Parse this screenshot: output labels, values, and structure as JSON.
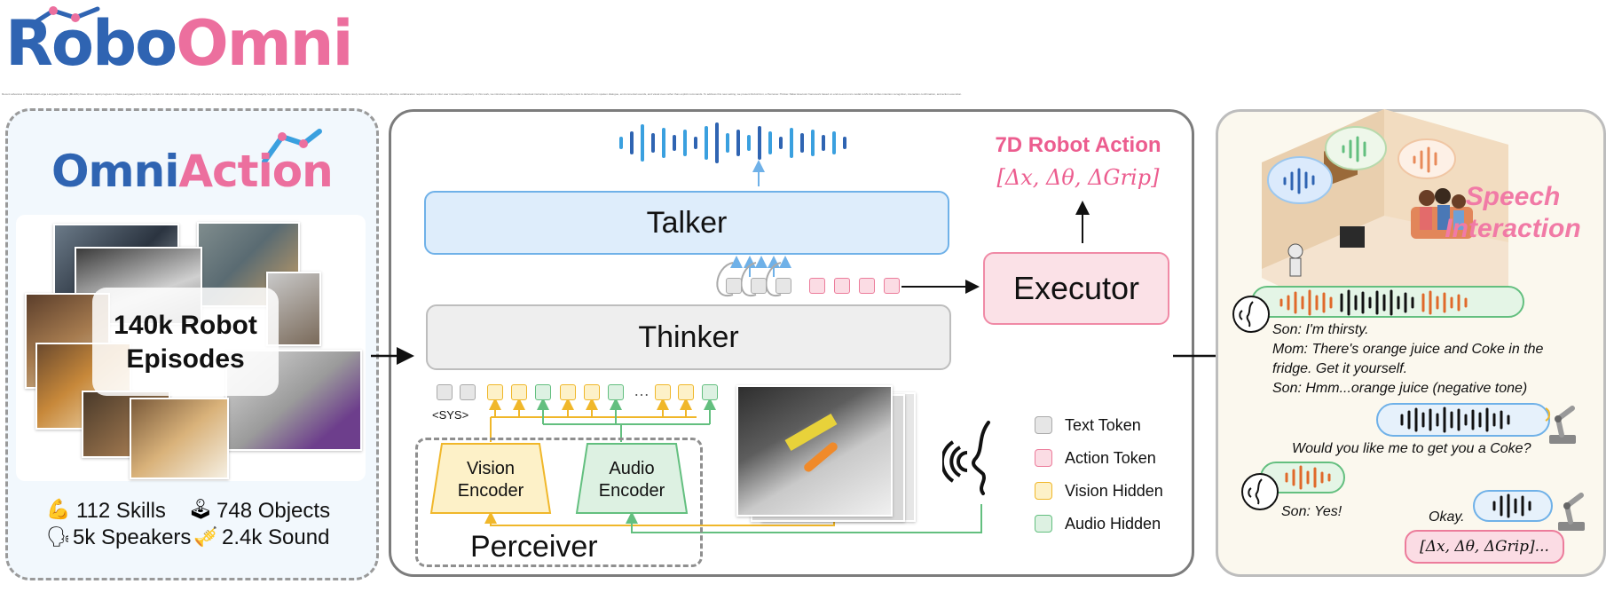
{
  "logo": {
    "part1": "Robo",
    "part2": "Omni"
  },
  "abstract": "Recent advances in Multimodal Large Language Models (MLLMs) have driven rapid progress in Vision-Language-Action (VLA) models for robotic manipulation. Although effective in many scenarios, current approaches largely rely on explicit instructions, whereas in real-world interactions, humans rarely issue instructions directly. Effective collaboration requires robots to infer user intentions proactively. In this work, we introduce cross-modal contextual instructions, a new setting where intent is derived from spoken dialogue, environmental sounds, and visual cues rather than explicit commands. To address this new setting, we present RoboOmni, a Perceiver-Thinker-Talker-Executor framework based on end-to-end omni-modal LLMs that unifies intention recognition, interaction confirmation, and action execution.",
  "left_panel": {
    "brand1": "Omni",
    "brand2": "Action",
    "episodes_line1": "140k Robot",
    "episodes_line2": "Episodes",
    "stats": [
      {
        "icon": "muscle-icon",
        "text": "112 Skills"
      },
      {
        "icon": "joystick-icon",
        "text": "748 Objects"
      },
      {
        "icon": "speaker-person-icon",
        "text": "5k Speakers"
      },
      {
        "icon": "trumpet-icon",
        "text": "2.4k Sound"
      }
    ]
  },
  "middle_panel": {
    "talker": "Talker",
    "thinker": "Thinker",
    "executor": "Executor",
    "action_title": "7D Robot Action",
    "action_formula": "[Δx, Δθ, ΔGrip]",
    "sys_label": "<SYS>",
    "ellipsis": "…",
    "vision_encoder_line1": "Vision",
    "vision_encoder_line2": "Encoder",
    "audio_encoder_line1": "Audio",
    "audio_encoder_line2": "Encoder",
    "perceiver": "Perceiver",
    "legend": [
      {
        "label": "Text Token",
        "fill": "#e6e6e6",
        "stroke": "#aaaaaa"
      },
      {
        "label": "Action Token",
        "fill": "#fbdce4",
        "stroke": "#ec7c9b"
      },
      {
        "label": "Vision Hidden",
        "fill": "#fdf1c8",
        "stroke": "#f0b72a"
      },
      {
        "label": "Audio Hidden",
        "fill": "#ddf1e2",
        "stroke": "#63bf7f"
      }
    ]
  },
  "right_panel": {
    "title_line1": "Speech",
    "title_line2": "Interaction",
    "dialogue": [
      "Son: I'm thirsty.",
      "Mom: There's orange juice and Coke in the",
      "fridge. Get it yourself.",
      "Son: Hmm...orange juice (negative tone)"
    ],
    "robot_question": "Would you like me to get you a Coke?",
    "son_reply": "Son: Yes!",
    "robot_okay": "Okay.",
    "action_chip": "[Δx, Δθ, ΔGrip]..."
  },
  "colors": {
    "blue": "#2f64b2",
    "pink": "#ec6f9e",
    "talker_fill": "#deedfb",
    "executor_fill": "#fbe1e7"
  }
}
